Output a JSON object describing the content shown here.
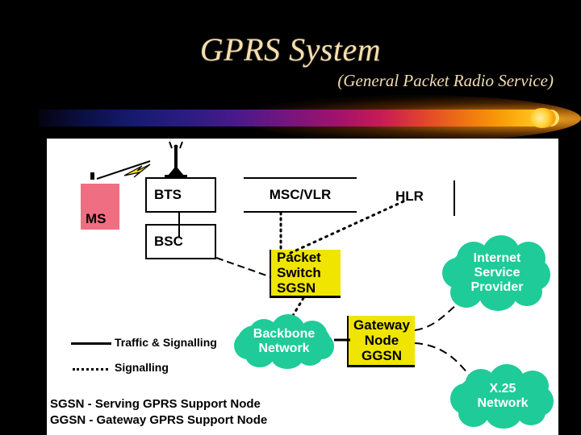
{
  "slide": {
    "title": "GPRS System",
    "subtitle": "(General Packet Radio Service)"
  },
  "diagram": {
    "nodes": {
      "ms": "MS",
      "bts": "BTS",
      "bsc": "BSC",
      "msc_vlr": "MSC/VLR",
      "hlr": "HLR",
      "sgsn_line1": "Packet",
      "sgsn_line2": "Switch",
      "sgsn_line3": "SGSN",
      "ggsn_line1": "Gateway",
      "ggsn_line2": "Node",
      "ggsn_line3": "GGSN",
      "backbone_line1": "Backbone",
      "backbone_line2": "Network",
      "isp_line1": "Internet",
      "isp_line2": "Service",
      "isp_line3": "Provider",
      "x25_line1": "X.25",
      "x25_line2": "Network"
    },
    "legend": [
      {
        "style": "solid",
        "label": "Traffic & Signalling"
      },
      {
        "style": "dotted",
        "label": "Signalling"
      }
    ],
    "abbreviations": [
      "SGSN - Serving GPRS Support Node",
      "GGSN - Gateway GPRS Support Node"
    ],
    "colors": {
      "mobile_station": "#F06E82",
      "support_node": "#F0E500",
      "cloud": "#1FCB98",
      "line": "#000000",
      "panel": "#FFFFFF",
      "background": "#000000",
      "title_text": "#F5DFB0"
    }
  }
}
